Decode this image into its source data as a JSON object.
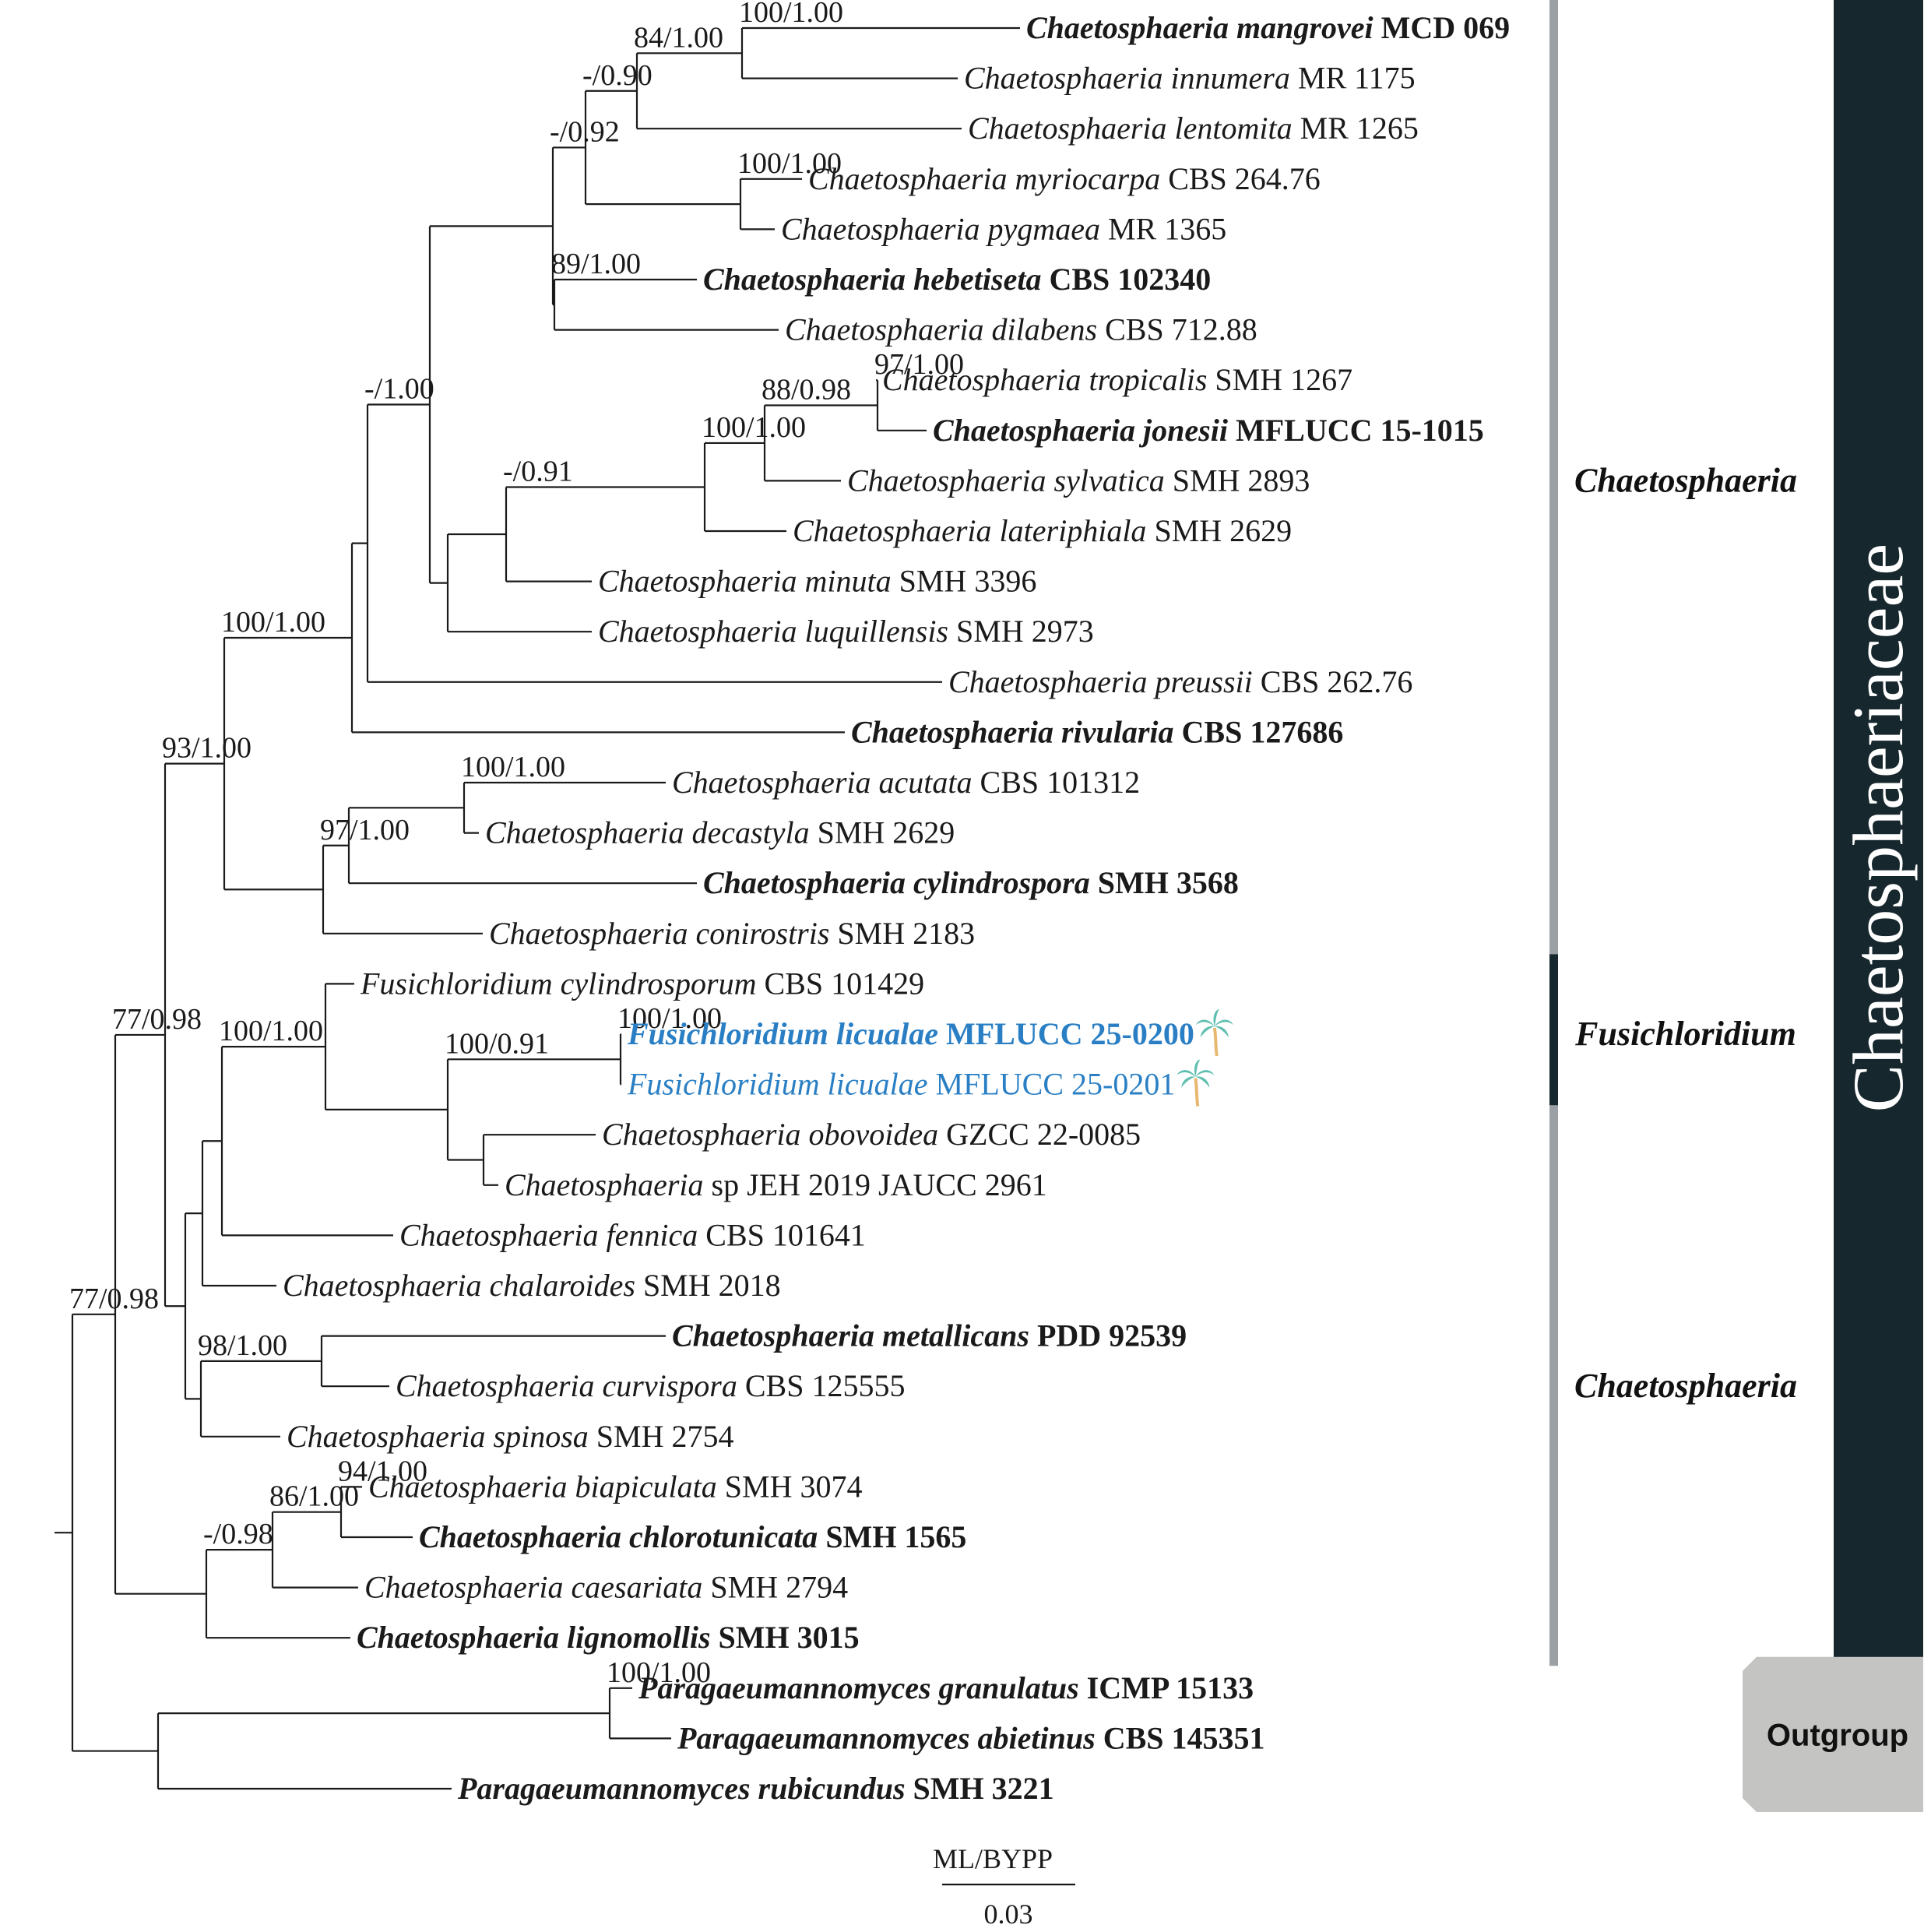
{
  "taxa": [
    {
      "id": "t1",
      "genus": "Chaetosphaeria",
      "ep": "mangrovei",
      "code": "MCD 069",
      "bold": true
    },
    {
      "id": "t2",
      "genus": "Chaetosphaeria",
      "ep": "innumera",
      "code": "MR 1175",
      "bold": false
    },
    {
      "id": "t3",
      "genus": "Chaetosphaeria",
      "ep": "lentomita",
      "code": "MR 1265",
      "bold": false
    },
    {
      "id": "t4",
      "genus": "Chaetosphaeria",
      "ep": "myriocarpa",
      "code": "CBS 264.76",
      "bold": false
    },
    {
      "id": "t5",
      "genus": "Chaetosphaeria",
      "ep": "pygmaea",
      "code": "MR 1365",
      "bold": false
    },
    {
      "id": "t6",
      "genus": "Chaetosphaeria",
      "ep": "hebetiseta",
      "code": "CBS 102340",
      "bold": true
    },
    {
      "id": "t7",
      "genus": "Chaetosphaeria",
      "ep": "dilabens",
      "code": "CBS 712.88",
      "bold": false
    },
    {
      "id": "t8",
      "genus": "Chaetosphaeria",
      "ep": "tropicalis",
      "code": "SMH 1267",
      "bold": false
    },
    {
      "id": "t9",
      "genus": "Chaetosphaeria",
      "ep": "jonesii",
      "code": "MFLUCC 15-1015",
      "bold": true
    },
    {
      "id": "t10",
      "genus": "Chaetosphaeria",
      "ep": "sylvatica",
      "code": "SMH 2893",
      "bold": false
    },
    {
      "id": "t11",
      "genus": "Chaetosphaeria",
      "ep": "lateriphiala",
      "code": "SMH 2629",
      "bold": false
    },
    {
      "id": "t12",
      "genus": "Chaetosphaeria",
      "ep": "minuta",
      "code": "SMH 3396",
      "bold": false
    },
    {
      "id": "t13",
      "genus": "Chaetosphaeria",
      "ep": "luquillensis",
      "code": "SMH 2973",
      "bold": false
    },
    {
      "id": "t14",
      "genus": "Chaetosphaeria",
      "ep": "preussii",
      "code": "CBS 262.76",
      "bold": false
    },
    {
      "id": "t15",
      "genus": "Chaetosphaeria",
      "ep": "rivularia",
      "code": "CBS 127686",
      "bold": true
    },
    {
      "id": "t16",
      "genus": "Chaetosphaeria",
      "ep": "acutata",
      "code": "CBS 101312",
      "bold": false
    },
    {
      "id": "t17",
      "genus": "Chaetosphaeria",
      "ep": "decastyla",
      "code": "SMH 2629",
      "bold": false
    },
    {
      "id": "t18",
      "genus": "Chaetosphaeria",
      "ep": "cylindrospora",
      "code": "SMH 3568",
      "bold": true
    },
    {
      "id": "t19",
      "genus": "Chaetosphaeria",
      "ep": "conirostris",
      "code": "SMH 2183",
      "bold": false
    },
    {
      "id": "t20",
      "genus": "Fusichloridium",
      "ep": "cylindrosporum",
      "code": "CBS 101429",
      "bold": false
    },
    {
      "id": "t21",
      "genus": "Fusichloridium",
      "ep": "licualae",
      "code": "MFLUCC 25-0200",
      "bold": true,
      "highlight": true,
      "palm": true
    },
    {
      "id": "t22",
      "genus": "Fusichloridium",
      "ep": "licualae",
      "code": "MFLUCC 25-0201",
      "bold": false,
      "highlight": true,
      "palm": true
    },
    {
      "id": "t23",
      "genus": "Chaetosphaeria",
      "ep": "obovoidea",
      "code": "GZCC 22-0085",
      "bold": false
    },
    {
      "id": "t24",
      "genus": "Chaetosphaeria",
      "ep": "",
      "code": "sp JEH 2019 JAUCC 2961",
      "bold": false
    },
    {
      "id": "t25",
      "genus": "Chaetosphaeria",
      "ep": "fennica",
      "code": "CBS 101641",
      "bold": false
    },
    {
      "id": "t26",
      "genus": "Chaetosphaeria",
      "ep": "chalaroides",
      "code": "SMH 2018",
      "bold": false
    },
    {
      "id": "t27",
      "genus": "Chaetosphaeria",
      "ep": "metallicans",
      "code": "PDD 92539",
      "bold": true
    },
    {
      "id": "t28",
      "genus": "Chaetosphaeria",
      "ep": "curvispora",
      "code": "CBS 125555",
      "bold": false
    },
    {
      "id": "t29",
      "genus": "Chaetosphaeria",
      "ep": "spinosa",
      "code": "SMH 2754",
      "bold": false
    },
    {
      "id": "t30",
      "genus": "Chaetosphaeria",
      "ep": "biapiculata",
      "code": "SMH 3074",
      "bold": false
    },
    {
      "id": "t31",
      "genus": "Chaetosphaeria",
      "ep": "chlorotunicata",
      "code": "SMH 1565",
      "bold": true
    },
    {
      "id": "t32",
      "genus": "Chaetosphaeria",
      "ep": "caesariata",
      "code": "SMH 2794",
      "bold": false
    },
    {
      "id": "t33",
      "genus": "Chaetosphaeria",
      "ep": "lignomollis",
      "code": "SMH 3015",
      "bold": true
    },
    {
      "id": "t34",
      "genus": "Paragaeumannomyces",
      "ep": "granulatus",
      "code": "ICMP 15133",
      "bold": true
    },
    {
      "id": "t35",
      "genus": "Paragaeumannomyces",
      "ep": "abietinus",
      "code": "CBS 145351",
      "bold": true
    },
    {
      "id": "t36",
      "genus": "Paragaeumannomyces",
      "ep": "rubicundus",
      "code": "SMH 3221",
      "bold": true
    }
  ],
  "nodes": [
    {
      "id": "n1",
      "support": "100/1.00",
      "children": [
        "t1",
        "t2"
      ]
    },
    {
      "id": "n2",
      "support": "84/1.00",
      "children": [
        "n1",
        "t3"
      ]
    },
    {
      "id": "n3",
      "support": "100/1.00",
      "children": [
        "t4",
        "t5"
      ]
    },
    {
      "id": "n4",
      "support": "-/0.90",
      "children": [
        "n2",
        "n3"
      ]
    },
    {
      "id": "n5",
      "support": "89/1.00",
      "children": [
        "t6",
        "t7"
      ]
    },
    {
      "id": "n6",
      "support": "-/0.92",
      "children": [
        "n4",
        "n5"
      ]
    },
    {
      "id": "n7",
      "support": "97/1.00",
      "children": [
        "t8",
        "t9"
      ]
    },
    {
      "id": "n8",
      "support": "88/0.98",
      "children": [
        "n7",
        "t10"
      ]
    },
    {
      "id": "n9",
      "support": "100/1.00",
      "children": [
        "n8",
        "t11"
      ]
    },
    {
      "id": "n10",
      "support": "-/0.91",
      "children": [
        "n9",
        "t12"
      ]
    },
    {
      "id": "n11",
      "support": "",
      "children": [
        "n10",
        "t13"
      ]
    },
    {
      "id": "n12",
      "support": "",
      "children": [
        "n6",
        "n11"
      ]
    },
    {
      "id": "n13",
      "support": "-/1.00",
      "children": [
        "n12",
        "t14"
      ]
    },
    {
      "id": "n14",
      "support": "",
      "children": [
        "n13",
        "t15"
      ]
    },
    {
      "id": "n15",
      "support": "100/1.00",
      "children": [
        "t16",
        "t17"
      ]
    },
    {
      "id": "n16",
      "support": "",
      "children": [
        "n15",
        "t18"
      ]
    },
    {
      "id": "n17",
      "support": "97/1.00",
      "children": [
        "n16",
        "t19"
      ]
    },
    {
      "id": "n18",
      "support": "100/1.00",
      "children": [
        "n14",
        "n17"
      ]
    },
    {
      "id": "n19",
      "support": "100/1.00",
      "children": [
        "t21",
        "t22"
      ]
    },
    {
      "id": "n20",
      "support": "",
      "children": [
        "t23",
        "t24"
      ]
    },
    {
      "id": "n21",
      "support": "100/0.91",
      "children": [
        "n19",
        "n20"
      ]
    },
    {
      "id": "n22",
      "support": "",
      "children": [
        "t20",
        "n21"
      ]
    },
    {
      "id": "n23",
      "support": "100/1.00",
      "children": [
        "n22",
        "t25"
      ]
    },
    {
      "id": "n24",
      "support": "",
      "children": [
        "n23",
        "t26"
      ]
    },
    {
      "id": "n25",
      "support": "",
      "children": [
        "t27",
        "t28"
      ]
    },
    {
      "id": "n26",
      "support": "98/1.00",
      "children": [
        "n25",
        "t29"
      ]
    },
    {
      "id": "n27",
      "support": "",
      "children": [
        "n24",
        "n26"
      ]
    },
    {
      "id": "n28",
      "support": "93/1.00",
      "children": [
        "n18",
        "n27"
      ]
    },
    {
      "id": "n29",
      "support": "94/1.00",
      "children": [
        "t30",
        "t31"
      ]
    },
    {
      "id": "n30",
      "support": "86/1.00",
      "children": [
        "n29",
        "t32"
      ]
    },
    {
      "id": "n31",
      "support": "-/0.98",
      "children": [
        "n30",
        "t33"
      ]
    },
    {
      "id": "n32",
      "support": "77/0.98",
      "children": [
        "n28",
        "n31"
      ]
    },
    {
      "id": "n33",
      "support": "100/1.00",
      "children": [
        "t34",
        "t35"
      ]
    },
    {
      "id": "n34",
      "support": "",
      "children": [
        "n33",
        "t36"
      ]
    },
    {
      "id": "n35",
      "support": "77/0.98",
      "children": [
        "n32",
        "n34"
      ]
    }
  ],
  "root_node": "n35",
  "clades": [
    {
      "name": "Chaetosphaeria",
      "from": "t1",
      "to": "t19",
      "color": "#9aa0a3"
    },
    {
      "name": "Fusichloridium",
      "from": "t20",
      "to": "t22",
      "color": "#16272e"
    },
    {
      "name": "Chaetosphaeria",
      "from": "t23",
      "to": "t33",
      "color": "#9aa0a3"
    }
  ],
  "family": {
    "name": "Chaetosphaeriaceae",
    "from": "t1",
    "to": "t33",
    "color": "#16272e"
  },
  "outgroup": {
    "name": "Outgroup",
    "from": "t34",
    "to": "t36",
    "color": "#c4c4c2"
  },
  "scale": {
    "label_top": "ML/BYPP",
    "label_bottom": "0.03"
  },
  "colors": {
    "highlight": "#2a7fc4",
    "branch": "#1a1a1a",
    "palm_leaf": "#5fbfb0",
    "palm_trunk": "#e8b870"
  }
}
